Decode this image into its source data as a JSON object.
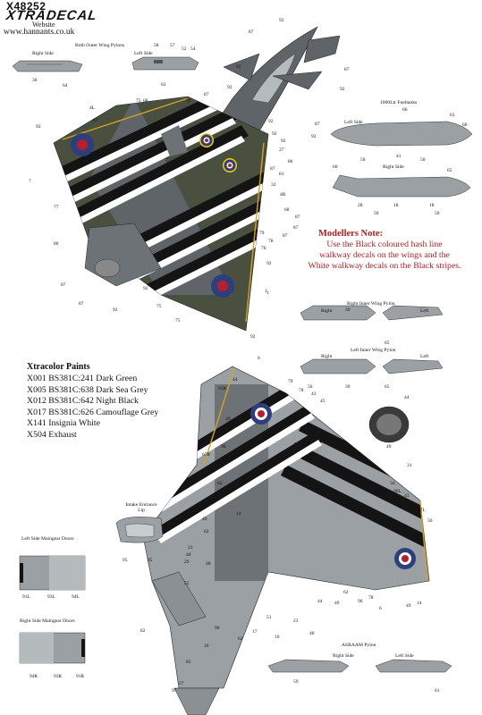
{
  "header": {
    "code": "X48252",
    "brand": "XTRADECAL",
    "website_label": "Website",
    "website_url": "www.hannants.co.uk"
  },
  "sections": {
    "wing_pylons_title": "Both Outer Wing Pylons",
    "right_side": "Right Side",
    "left_side": "Left Side",
    "fueltanks_title": "1000Ltr Fueltanks",
    "right_inner_pylon": "Right Inner Wing Pylon",
    "left_inner_pylon": "Left Inner Wing Pylon",
    "right": "Right",
    "left": "Left",
    "intake_lip": "Intake Entrance Lip",
    "left_maingear": "Left Side Maingear Doors",
    "right_maingear": "Right Side Maingear Doors",
    "asraam_pylon": "ASRAAM Pylon"
  },
  "modellers_note": {
    "title": "Modellers Note:",
    "line1": "Use the Black coloured hash line",
    "line2": "walkway decals on the wings and the",
    "line3": "White walkway decals on the Black stripes."
  },
  "paints": {
    "title": "Xtracolor Paints",
    "items": [
      "X001 BS381C:241 Dark Green",
      "X005 BS381C:638 Dark Sea Grey",
      "X012 BS381C:642 Night Black",
      "X017 BS381C:626 Camouflage Grey",
      "X141 Insignia White",
      "X504 Exhaust"
    ]
  },
  "colors": {
    "dark_green": "#4a5040",
    "dark_sea_grey": "#5f6468",
    "camo_grey": "#9aa0a3",
    "black": "#141414",
    "white": "#ffffff",
    "roundel_red": "#b81f2d",
    "roundel_blue": "#2c3f7a",
    "note_red": "#b71c1c",
    "yellow": "#d6a21e"
  },
  "callouts": {
    "wing_pylon_right": [
      "30",
      "64"
    ],
    "wing_pylon_left": [
      "58",
      "57",
      "52",
      "54",
      "63"
    ],
    "fueltank_left": [
      "66",
      "63",
      "60",
      "50",
      "41",
      "50"
    ],
    "fueltank_right": [
      "60",
      "65",
      "28",
      "18",
      "50",
      "18",
      "50"
    ],
    "inner_right": [
      "30",
      "65"
    ],
    "inner_left": [
      "30",
      "65"
    ],
    "intake": [
      "95",
      "95"
    ],
    "maingear_left": [
      "91L",
      "93L",
      "94L"
    ],
    "maingear_right": [
      "94R",
      "93R",
      "91R"
    ],
    "asraam": [
      "59",
      "61"
    ],
    "top_view": [
      "92",
      "87",
      "92",
      "87",
      "92",
      "87",
      "92",
      "87",
      "4L",
      "92",
      "87",
      "75",
      "68",
      "92",
      "92",
      "92",
      "92",
      "92",
      "27",
      "86",
      "81",
      "87",
      "32",
      "4R",
      "68",
      "87",
      "87",
      "79",
      "78",
      "76",
      "87",
      "92",
      "1",
      "92",
      "75",
      "77",
      "80",
      "87",
      "87",
      "92",
      "92",
      "75",
      "1",
      "7"
    ],
    "bottom_view": [
      "6",
      "91R",
      "44",
      "79",
      "78",
      "56",
      "43",
      "45",
      "49",
      "96",
      "67R",
      "62",
      "14",
      "49",
      "62",
      "23",
      "40",
      "29",
      "48",
      "44",
      "49",
      "31",
      "34",
      "90L",
      "43",
      "67L",
      "56",
      "78",
      "96",
      "82",
      "55",
      "57",
      "97",
      "16",
      "90",
      "62",
      "17",
      "10",
      "51",
      "23",
      "40",
      "49",
      "14",
      "6",
      "44",
      "49",
      "62",
      "85",
      "42",
      "55"
    ]
  }
}
